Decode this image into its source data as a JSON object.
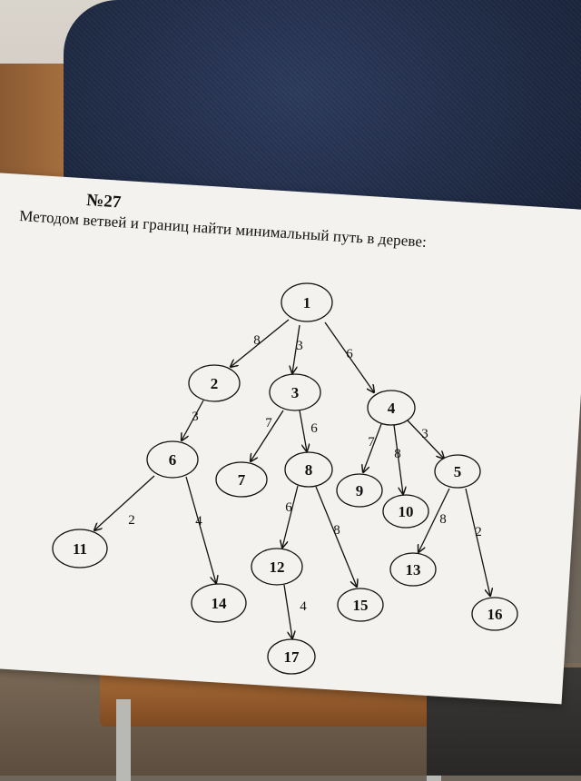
{
  "problem": {
    "number": "№27",
    "text": "Методом ветвей и границ найти минимальный путь в дереве:"
  },
  "tree": {
    "nodes": [
      "1",
      "2",
      "3",
      "4",
      "5",
      "6",
      "7",
      "8",
      "9",
      "10",
      "11",
      "12",
      "13",
      "14",
      "15",
      "16",
      "17"
    ],
    "edges": [
      {
        "from": "1",
        "to": "2",
        "weight": "8"
      },
      {
        "from": "1",
        "to": "3",
        "weight": "3"
      },
      {
        "from": "1",
        "to": "4",
        "weight": "6"
      },
      {
        "from": "2",
        "to": "6",
        "weight": "3"
      },
      {
        "from": "3",
        "to": "7",
        "weight": "7"
      },
      {
        "from": "3",
        "to": "8",
        "weight": "6"
      },
      {
        "from": "4",
        "to": "9",
        "weight": "7"
      },
      {
        "from": "4",
        "to": "10",
        "weight": "8"
      },
      {
        "from": "4",
        "to": "5",
        "weight": "3"
      },
      {
        "from": "6",
        "to": "11",
        "weight": "2"
      },
      {
        "from": "6",
        "to": "14",
        "weight": "4"
      },
      {
        "from": "8",
        "to": "12",
        "weight": "6"
      },
      {
        "from": "8",
        "to": "15",
        "weight": "8"
      },
      {
        "from": "5",
        "to": "13",
        "weight": "8"
      },
      {
        "from": "5",
        "to": "16",
        "weight": "2"
      },
      {
        "from": "12",
        "to": "17",
        "weight": "4"
      }
    ]
  }
}
